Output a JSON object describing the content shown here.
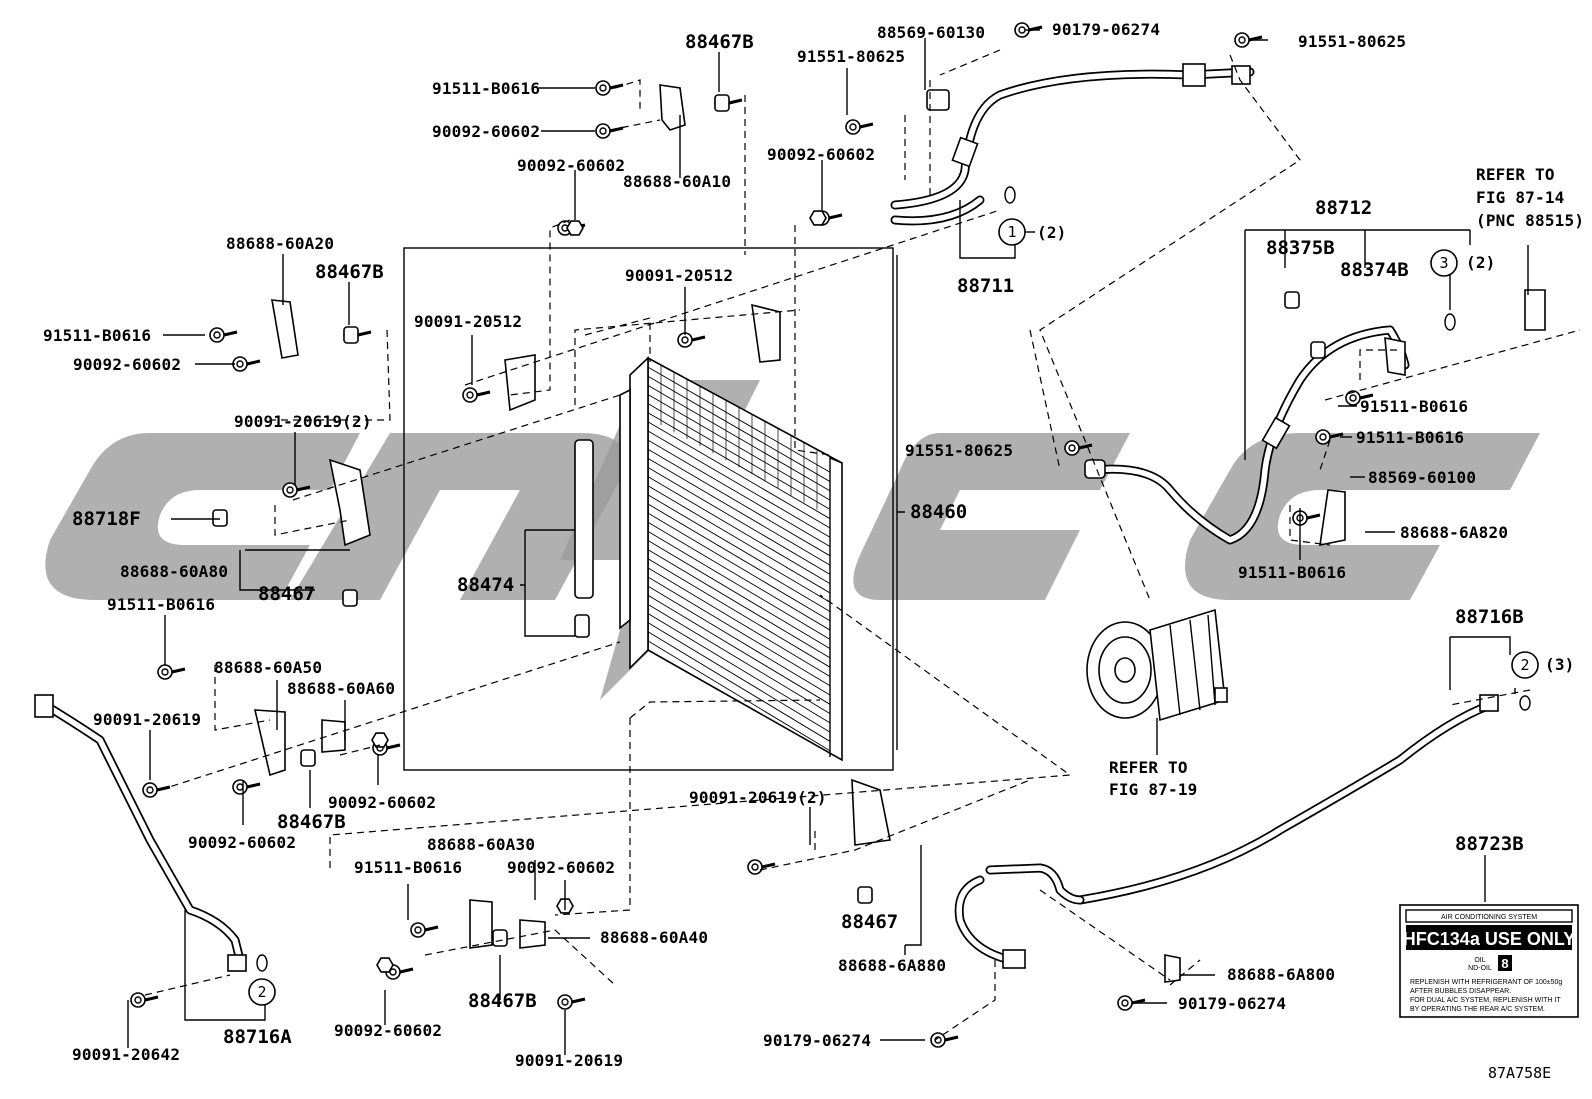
{
  "labels": {
    "p_88467B_top": "88467B",
    "p_91511_B0616_a": "91511-B0616",
    "p_90092_60602_a": "90092-60602",
    "p_90092_60602_b": "90092-60602",
    "p_88688_60A10": "88688-60A10",
    "p_88569_60130": "88569-60130",
    "p_90179_06274_top": "90179-06274",
    "p_91551_80625_top": "91551-80625",
    "p_91551_80625_mid": "91551-80625",
    "p_90092_60602_c": "90092-60602",
    "p_88711": "88711",
    "p_circ1_qty": "(2)",
    "p_88688_60A20": "88688-60A20",
    "p_88467B_left": "88467B",
    "p_91511_B0616_b": "91511-B0616",
    "p_90092_60602_d": "90092-60602",
    "p_90091_20512_a": "90091-20512",
    "p_90091_20512_b": "90091-20512",
    "p_90091_20619_2_left": "90091-20619(2)",
    "p_88718F": "88718F",
    "p_88688_60A80": "88688-60A80",
    "p_88467_left": "88467",
    "p_88474": "88474",
    "p_88460": "88460",
    "p_91511_B0616_c": "91511-B0616",
    "p_88688_60A50": "88688-60A50",
    "p_88688_60A60": "88688-60A60",
    "p_90091_20619_a": "90091-20619",
    "p_90092_60602_e": "90092-60602",
    "p_88467B_low": "88467B",
    "p_90092_60602_f": "90092-60602",
    "p_refer_to_a": "REFER TO",
    "p_fig_87_14": "FIG 87-14",
    "p_pnc_88515": "(PNC 88515)",
    "p_88712": "88712",
    "p_88375B": "88375B",
    "p_88374B": "88374B",
    "p_circ3_qty": "(2)",
    "p_91511_B0616_d": "91511-B0616",
    "p_91511_B0616_e": "91511-B0616",
    "p_88569_60100": "88569-60100",
    "p_88688_6A820": "88688-6A820",
    "p_91511_B0616_f": "91511-B0616",
    "p_88716B": "88716B",
    "p_circ2_qty": "(3)",
    "p_refer_to_b": "REFER TO",
    "p_fig_87_19": "FIG 87-19",
    "p_90091_20619_2_mid": "90091-20619(2)",
    "p_88467_mid": "88467",
    "p_88688_6A880": "88688-6A880",
    "p_88723B": "88723B",
    "p_88688_60A30": "88688-60A30",
    "p_91511_B0616_g": "91511-B0616",
    "p_90092_60602_g": "90092-60602",
    "p_88688_60A40": "88688-60A40",
    "p_88467B_bottom": "88467B",
    "p_90092_60602_h": "90092-60602",
    "p_90091_20619_b": "90091-20619",
    "p_88688_6A800": "88688-6A800",
    "p_90179_06274_mid": "90179-06274",
    "p_90179_06274_bottom": "90179-06274",
    "p_90091_20642": "90091-20642",
    "p_88716A": "88716A",
    "p_fig_id": "87A758E"
  },
  "callouts": {
    "c1": "1",
    "c2": "2",
    "c3": "3",
    "c2b": "2"
  },
  "decal": {
    "header": "AIR CONDITIONING SYSTEM",
    "main": "HFC134a USE ONLY",
    "oil_label": "OIL",
    "oil_sub": "ND-OIL",
    "oil_num": "8",
    "line1": "REPLENISH WITH REFRIGERANT OF 100±50g",
    "line2": "AFTER BUBBLES DISAPPEAR.",
    "line3": "FOR DUAL A/C SYSTEM, REPLENISH WITH IT",
    "line4": "BY OPERATING THE REAR A/C SYSTEM."
  },
  "colors": {
    "watermark": "#9a9a9a",
    "line": "#000000",
    "background": "#ffffff"
  }
}
